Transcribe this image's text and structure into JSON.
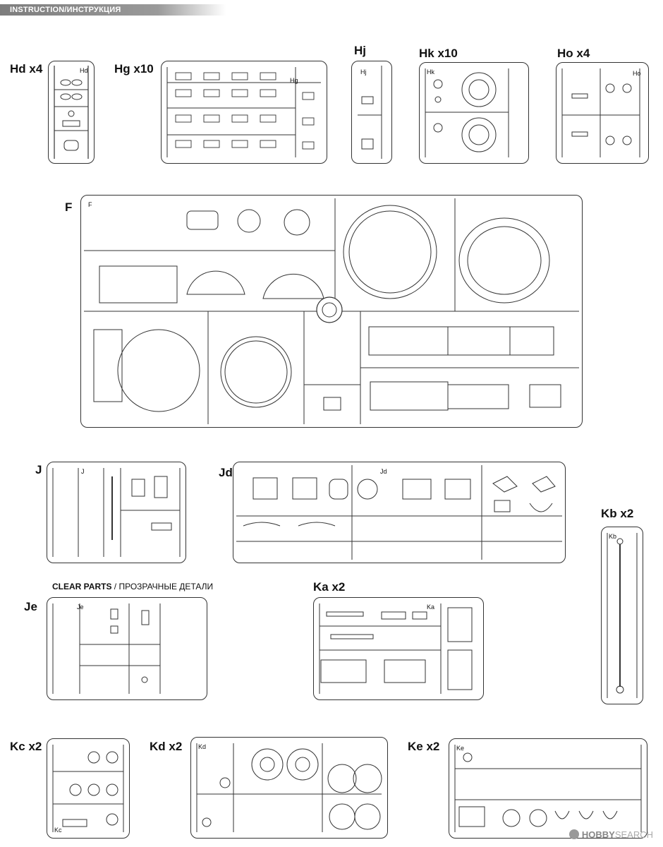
{
  "header": {
    "title": "INSTRUCTION/ИНСТРУКЦИЯ"
  },
  "sprues": {
    "hd": {
      "label": "Hd x4",
      "tag": "Hd"
    },
    "hg": {
      "label": "Hg x10",
      "tag": "Hg"
    },
    "hj": {
      "label": "Hj",
      "tag": "Hj"
    },
    "hk": {
      "label": "Hk x10",
      "tag": "Hk"
    },
    "ho": {
      "label": "Ho x4",
      "tag": "Ho"
    },
    "f": {
      "label": "F",
      "tag": "F"
    },
    "j": {
      "label": "J",
      "tag": "J"
    },
    "jd": {
      "label": "Jd",
      "tag": "Jd"
    },
    "kb": {
      "label": "Kb x2",
      "tag": "Kb"
    },
    "je": {
      "label": "Je",
      "tag": "Je"
    },
    "ka": {
      "label": "Ka x2",
      "tag": "Ka"
    },
    "kc": {
      "label": "Kc x2",
      "tag": "Kc"
    },
    "kd": {
      "label": "Kd x2",
      "tag": "Kd"
    },
    "ke": {
      "label": "Ke x2",
      "tag": "Ke"
    }
  },
  "clear_parts": {
    "en": "CLEAR PARTS",
    "sep": " / ",
    "ru": "ПРОЗРАЧНЫЕ ДЕТАЛИ"
  },
  "watermark": {
    "brand": "HOBBY",
    "suffix": "SEARCH"
  }
}
